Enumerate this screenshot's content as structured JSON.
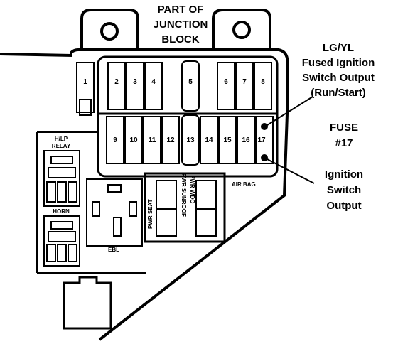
{
  "labels": {
    "part_of_1": "PART OF",
    "part_of_2": "JUNCTION",
    "part_of_3": "BLOCK",
    "lgyl_1": "LG/YL",
    "lgyl_2": "Fused Ignition",
    "lgyl_3": "Switch Output",
    "lgyl_4": "(Run/Start)",
    "fuse_1": "FUSE",
    "fuse_2": "#17",
    "ign_1": "Ignition",
    "ign_2": "Switch",
    "ign_3": "Output",
    "hlp_1": "H/LP",
    "hlp_2": "RELAY",
    "horn": "HORN",
    "ebl": "EBL",
    "air_bag": "AIR BAG",
    "pwr_seat": "PWR SEAT",
    "pwr_sunroof": "PWR SUNROOF",
    "pwr_wdo": "PWR WDO"
  },
  "fuses_top": [
    "1",
    "2",
    "3",
    "4",
    "5",
    "6",
    "7",
    "8"
  ],
  "fuses_bottom": [
    "9",
    "10",
    "11",
    "12",
    "13",
    "14",
    "15",
    "16",
    "17"
  ]
}
